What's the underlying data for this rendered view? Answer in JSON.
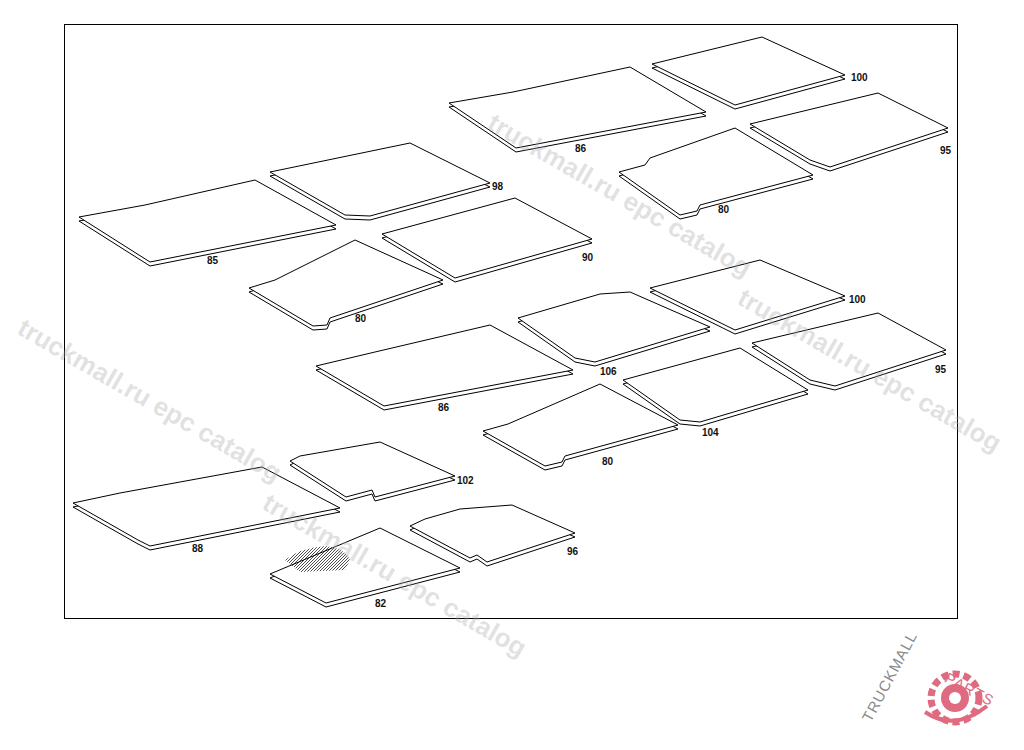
{
  "diagram": {
    "labels": [
      "100",
      "86",
      "95",
      "80",
      "98",
      "85",
      "90",
      "80",
      "100",
      "106",
      "95",
      "86",
      "80",
      "104",
      "102",
      "88",
      "96",
      "82",
      "truckmall.ru epc catalog",
      "truckmall.ru epc catalog",
      "truckmall.ru epc catalog",
      "truckmall.ru epc catalog",
      "TRUCKMALL",
      "PARTS"
    ]
  }
}
